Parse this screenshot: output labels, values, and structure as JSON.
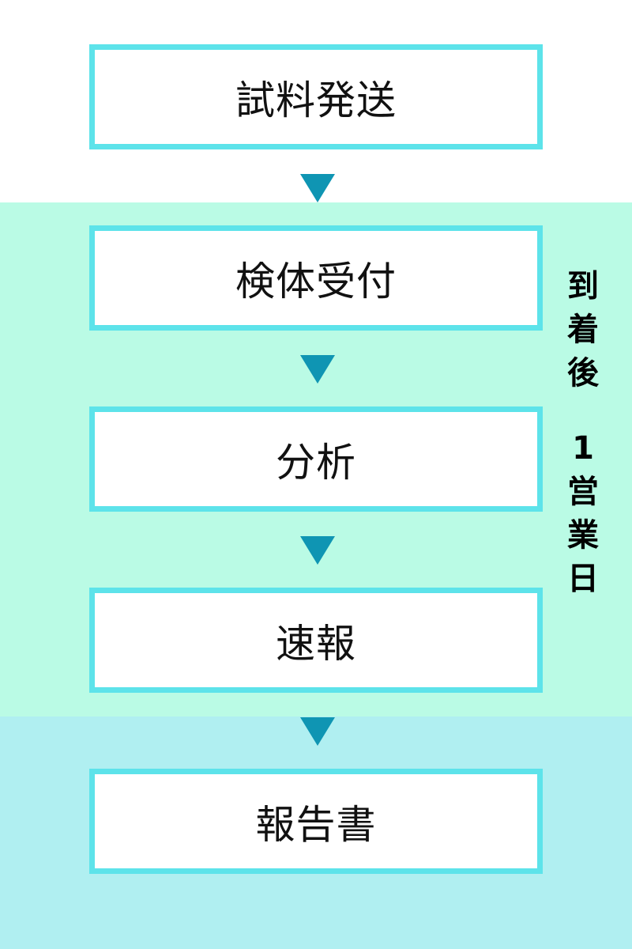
{
  "steps": [
    {
      "label": "試料発送"
    },
    {
      "label": "検体受付"
    },
    {
      "label": "分析"
    },
    {
      "label": "速報"
    },
    {
      "label": "報告書"
    }
  ],
  "side_note": {
    "chars": [
      "到",
      "着",
      "後",
      "1",
      "営",
      "業",
      "日"
    ]
  },
  "colors": {
    "box_border": "#5de3ea",
    "arrow": "#0f95b3",
    "band_mint": "#bafbe5",
    "band_cyan": "#b0eff1"
  }
}
